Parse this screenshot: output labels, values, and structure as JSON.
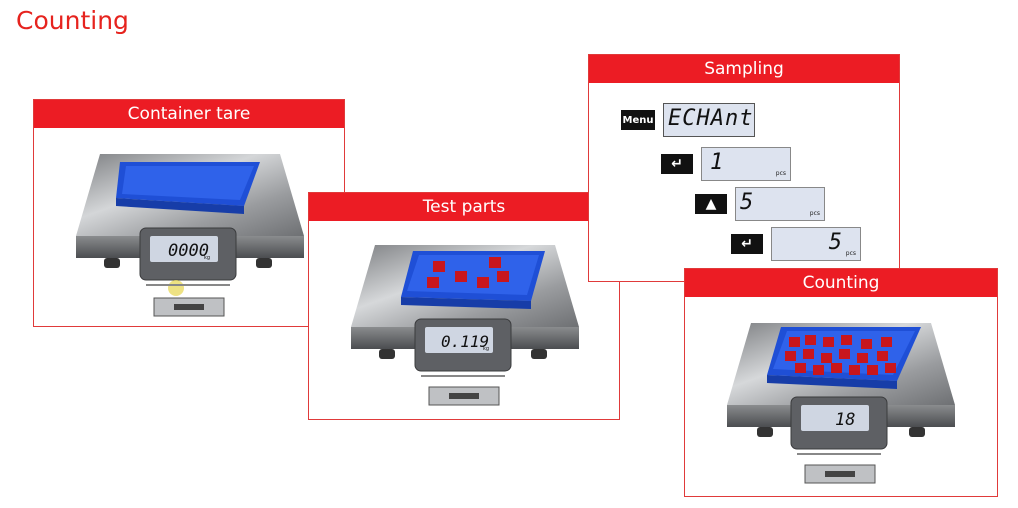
{
  "title": "Counting",
  "cards": {
    "tare": {
      "header": "Container tare",
      "reading": "0000",
      "unit": "kg"
    },
    "test": {
      "header": "Test parts",
      "reading": "0.119",
      "unit": "kg"
    },
    "sampling": {
      "header": "Sampling",
      "menu_key": "Menu",
      "menu_display": "ECHAnt",
      "step1_value": "1",
      "step2_value": "5",
      "step3_value": "5",
      "unit": "pcs"
    },
    "counting": {
      "header": "Counting",
      "reading": "18"
    }
  }
}
